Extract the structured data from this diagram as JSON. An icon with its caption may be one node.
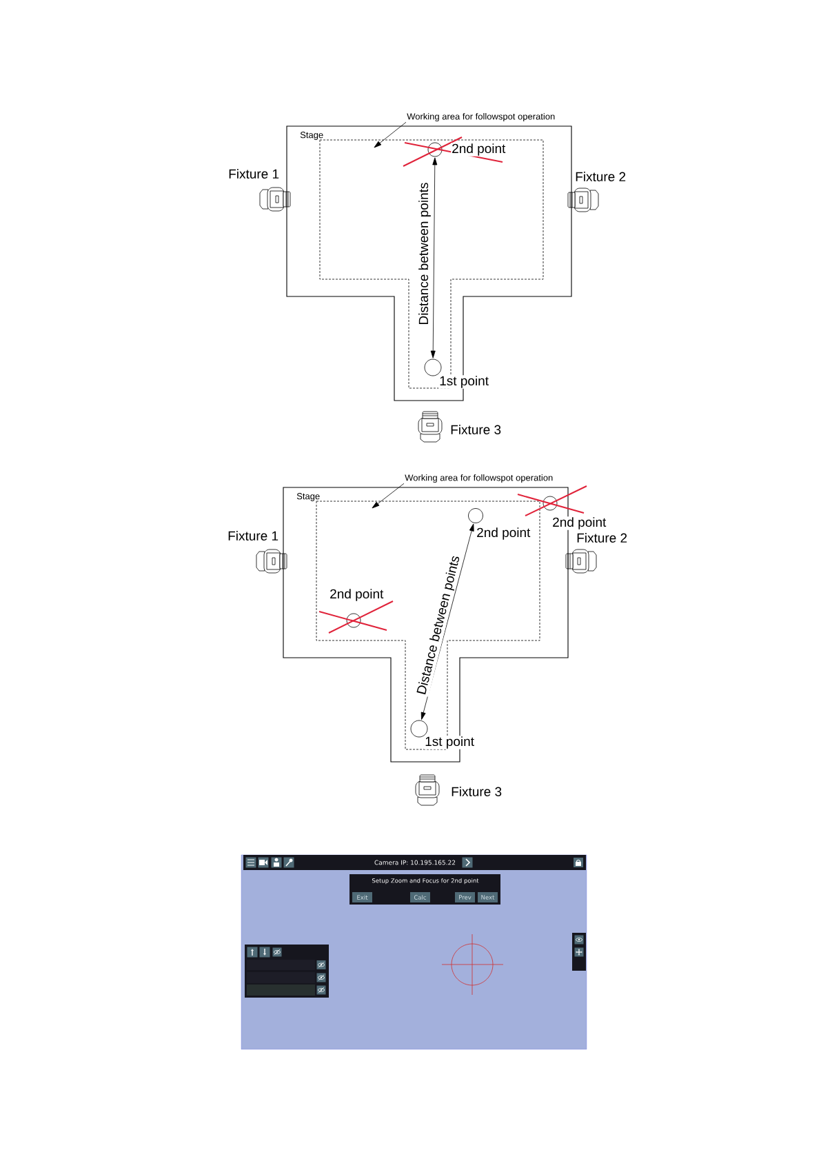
{
  "diagram": {
    "nodes": [
      {
        "text": [
          "Working area for followspot operation"
        ]
      },
      {
        "text": [
          "Stage"
        ]
      },
      {
        "text": [],
        "shape": "box",
        "in": 1
      },
      {
        "text": [],
        "shape": "circle",
        "beside": [
          "2nd point"
        ],
        "in": 2
      },
      {
        "text": [],
        "shape": "circle",
        "beside": [
          "1st point"
        ],
        "in": 2
      },
      {
        "text": [
          "Working area for followspot operation"
        ]
      },
      {
        "text": [
          "Stage"
        ]
      },
      {
        "text": [],
        "shape": "box",
        "in": 6
      },
      {
        "text": [],
        "shape": "circle",
        "beside": [
          "2nd point"
        ],
        "in": 6
      },
      {
        "text": [],
        "shape": "circle",
        "beside": [
          "2nd point"
        ],
        "in": 7
      },
      {
        "text": [],
        "shape": "circle",
        "beside": [
          "2nd point"
        ],
        "in": 7
      },
      {
        "text": [],
        "shape": "circle",
        "beside": [
          "1st point"
        ],
        "in": 7
      },
      {
        "text": [
          "Camera IP: 10.195.165.22"
        ]
      },
      {
        "text": [
          "Setup Zoom and Focus for 2nd point"
        ]
      },
      {
        "text": [
          "Exit"
        ],
        "in": 13
      },
      {
        "text": [
          "Calc"
        ],
        "in": 13
      },
      {
        "text": [
          "Prev"
        ],
        "in": 13
      },
      {
        "text": [
          "Next"
        ],
        "in": 13
      },
      {
        "text": [],
        "shape": "box"
      },
      {
        "text": [],
        "shape": "box",
        "in": 18
      },
      {
        "text": [],
        "shape": "box",
        "in": 18
      },
      {
        "text": [],
        "shape": "box",
        "in": 18
      }
    ],
    "edges": [
      {
        "from": 0,
        "to": 2,
        "arrow": "to"
      },
      {
        "from": 4,
        "to": 3,
        "arrow": "both",
        "label": "Distance between points"
      },
      {
        "from": 5,
        "to": 7,
        "arrow": "to"
      },
      {
        "from": 11,
        "to": 9,
        "arrow": "both",
        "label": "Distance between points"
      }
    ],
    "labels": [
      "Fixture 1",
      "Fixture 2",
      "Fixture 3",
      "Fixture 1",
      "Fixture 2",
      "Fixture 3"
    ]
  }
}
